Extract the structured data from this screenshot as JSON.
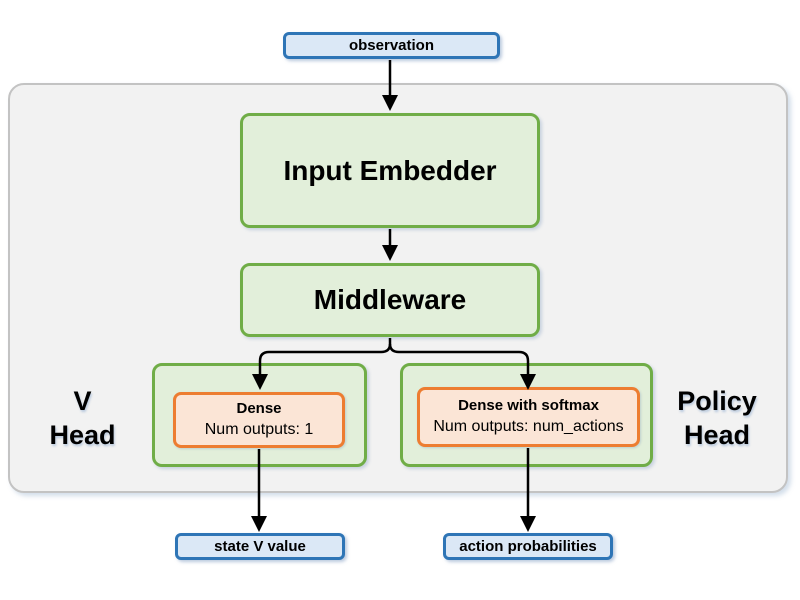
{
  "diagram": {
    "nodes": {
      "observation": "observation",
      "input_embedder": "Input Embedder",
      "middleware": "Middleware",
      "v_head_line1": "V",
      "v_head_line2": "Head",
      "policy_head_line1": "Policy",
      "policy_head_line2": "Head",
      "dense_title": "Dense",
      "dense_subtitle": "Num outputs: 1",
      "dense_softmax_title": "Dense with softmax",
      "dense_softmax_subtitle": "Num outputs: num_actions",
      "state_v_value": "state V value",
      "action_probabilities": "action probabilities"
    },
    "colors": {
      "io_fill": "#dbe8f6",
      "io_border": "#2e75b6",
      "block_fill": "#e2efda",
      "block_border": "#70ad47",
      "layer_fill": "#fbe5d6",
      "layer_border": "#ed7d31",
      "container_fill": "#f2f2f2",
      "container_border": "#c3c3c3",
      "arrow": "#000000",
      "text": "#000000"
    }
  }
}
